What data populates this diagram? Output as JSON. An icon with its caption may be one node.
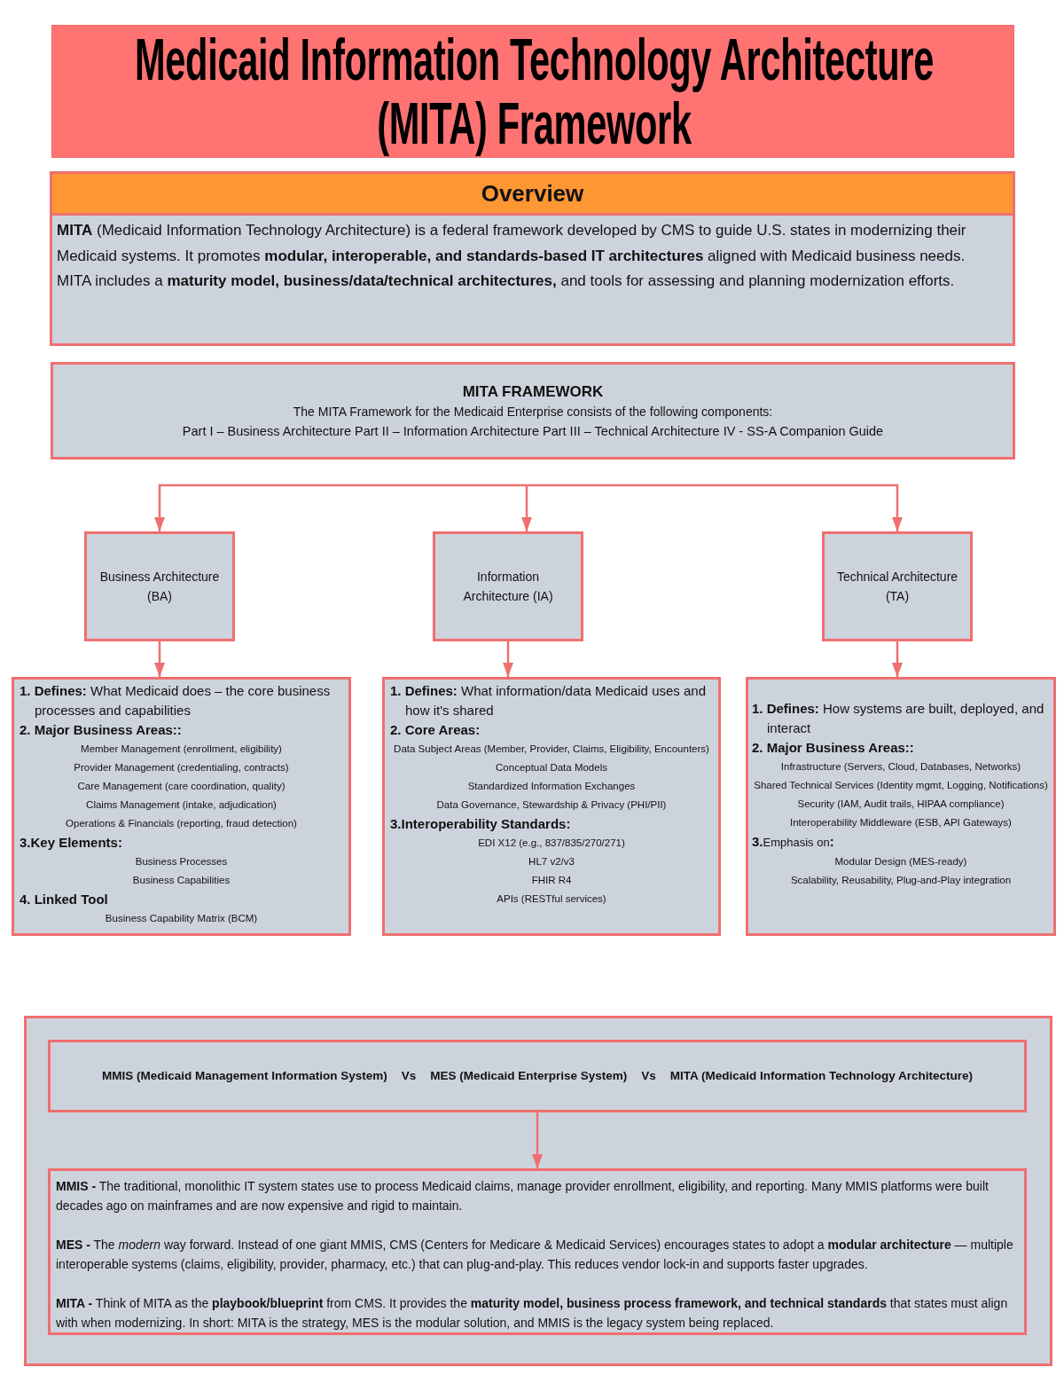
{
  "diagram": {
    "title": "Medicaid Information Technology Architecture (MITA) Framework",
    "nodes": [
      {
        "text": [
          "Overview",
          "**MITA** (Medicaid Information Technology Architecture) is a federal framework developed by CMS to guide U.S. states in modernizing their Medicaid systems. It promotes **modular, interoperable, and standards-based IT architectures** aligned with Medicaid business needs. MITA includes a **maturity model, business/data/technical architectures,** and tools for assessing and planning modernization efforts."
        ]
      },
      {
        "text": [
          "MITA FRAMEWORK",
          "The MITA Framework for the Medicaid Enterprise consists of the following components:",
          "Part I – Business Architecture Part II – Information Architecture Part III – Technical Architecture IV - SS-A Companion Guide"
        ]
      },
      {
        "text": [
          "Business Architecture (BA)"
        ]
      },
      {
        "text": [
          "Information Architecture (IA)"
        ]
      },
      {
        "text": [
          "Technical Architecture (TA)"
        ]
      },
      {
        "text": [
          "**1. Defines:** What Medicaid does – the core business processes and capabilities",
          "2. Major Business Areas::",
          "Member Management (enrollment, eligibility)",
          "Provider Management (credentialing, contracts)",
          "Care Management (care coordination, quality)",
          "Claims Management (intake, adjudication)",
          "Operations & Financials (reporting, fraud detection)",
          "3.Key Elements:",
          "Business Processes",
          "Business Capabilities",
          "4. Linked Tool",
          "Business Capability Matrix (BCM)"
        ]
      },
      {
        "text": [
          "**1. Defines:** What information/data Medicaid uses and how it's shared",
          "2. Core Areas:",
          "Data Subject Areas (Member, Provider, Claims, Eligibility, Encounters)",
          "Conceptual Data Models",
          "Standardized Information Exchanges",
          "Data Governance, Stewardship & Privacy (PHI/PII)",
          "3.Interoperability Standards:",
          "EDI X12 (e.g., 837/835/270/271)",
          "HL7 v2/v3",
          "FHIR R4",
          "APIs (RESTful services)"
        ]
      },
      {
        "text": [
          "**1. Defines:** How systems are built, deployed, and interact",
          "2. Major Business Areas::",
          "Infrastructure (Servers, Cloud, Databases, Networks)",
          "Shared Technical Services (Identity mgmt, Logging, Notifications)",
          "Security (IAM, Audit trails, HIPAA compliance)",
          "Interoperability Middleware (ESB, API Gateways)",
          "**3.**Emphasis on**:**",
          "Modular Design (MES-ready)",
          "Scalability, Reusability, Plug-and-Play integration"
        ]
      },
      {
        "text": [],
        "shape": "box"
      },
      {
        "text": [
          "MMIS (Medicaid Management Information System)",
          "Vs",
          "MES (Medicaid Enterprise System)",
          "Vs",
          "MITA (Medicaid Information Technology Architecture)"
        ],
        "in": 8
      },
      {
        "text": [
          "**MMIS -** The traditional, monolithic IT system states use to process Medicaid claims, manage provider enrollment, eligibility, and reporting. Many MMIS platforms were built decades ago on mainframes and are now expensive and rigid to maintain.",
          "**MES -** The *modern* way forward. Instead of one giant MMIS, CMS (Centers for Medicare & Medicaid Services) encourages states to adopt a **modular architecture** — multiple interoperable systems (claims, eligibility, provider, pharmacy, etc.) that can plug-and-play. This reduces vendor lock-in and supports faster upgrades.",
          "**MITA -** Think of MITA as the **playbook/blueprint** from CMS. It provides the **maturity model, business process framework, and technical standards** that states must align with when modernizing. In short: MITA is the strategy, MES is the modular solution, and MMIS is the legacy system being replaced."
        ],
        "in": 8
      }
    ],
    "edges": [
      {
        "from": null,
        "to": 2,
        "arrow": "to"
      },
      {
        "from": null,
        "to": 3,
        "arrow": "to"
      },
      {
        "from": null,
        "to": 4,
        "arrow": "to"
      },
      {
        "from": 2,
        "to": 5,
        "arrow": "to"
      },
      {
        "from": 3,
        "to": 6,
        "arrow": "to"
      },
      {
        "from": 4,
        "to": 7,
        "arrow": "to"
      },
      {
        "from": 9,
        "to": 10,
        "arrow": "to"
      }
    ]
  }
}
